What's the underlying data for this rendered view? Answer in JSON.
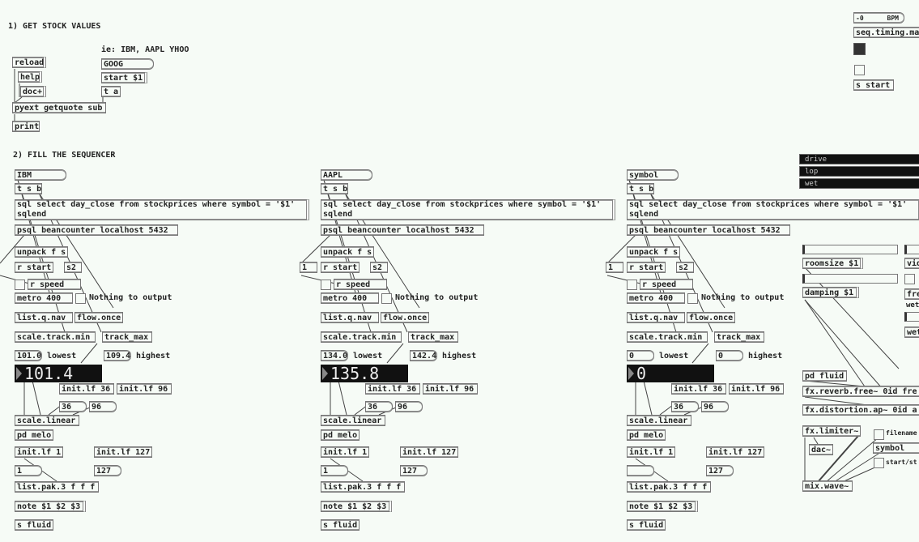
{
  "section1": {
    "title": "1) GET STOCK VALUES",
    "hint": "ie: IBM, AAPL YHOO",
    "reload": "reload",
    "help": "help",
    "doc": "doc+",
    "symbol_box": "GOOG",
    "start_msg": "start $1",
    "trigger": "t a",
    "pyext": "pyext getquote sub",
    "print": "print"
  },
  "timing": {
    "slider_left": "-0",
    "slider_right": "BPM",
    "obj": "seq.timing.ma",
    "send_start": "s start"
  },
  "section2": {
    "title": "2) FILL THE SEQUENCER"
  },
  "columns": [
    {
      "symbol": "IBM",
      "trigger": "t s b",
      "sql_line1": "sql select day_close from stockprices where symbol = '$1'",
      "sql_line2": "sqlend",
      "psql": "psql beancounter localhost 5432",
      "unpack": "unpack f s",
      "side_num": "",
      "r_start": "r start",
      "s2": "s2",
      "r_speed": "r speed",
      "metro": "metro 400",
      "nothing": "Nothing to output",
      "listq": "list.q.nav",
      "flow": "flow.once",
      "scale_min": "scale.track.min",
      "track_max": "track_max",
      "lowest_val": "101.0",
      "lowest_label": "lowest",
      "highest_val": "109.4",
      "highest_label": "highest",
      "current": "101.4",
      "init36": "init.lf 36",
      "init96": "init.lf 96",
      "n36": "36",
      "n96": "96",
      "scale_linear": "scale.linear",
      "pd_melo": "pd melo",
      "init1": "init.lf 1",
      "init127": "init.lf 127",
      "n1": "1",
      "n127": "127",
      "listpak": "list.pak.3 f f f",
      "note": "note $1 $2 $3",
      "sfluid": "s fluid"
    },
    {
      "symbol": "AAPL",
      "trigger": "t s b",
      "sql_line1": "sql select day_close from stockprices where symbol = '$1'",
      "sql_line2": "sqlend",
      "psql": "psql beancounter localhost 5432",
      "unpack": "unpack f s",
      "side_num": "1",
      "r_start": "r start",
      "s2": "s2",
      "r_speed": "r speed",
      "metro": "metro 400",
      "nothing": "Nothing to output",
      "listq": "list.q.nav",
      "flow": "flow.once",
      "scale_min": "scale.track.min",
      "track_max": "track_max",
      "lowest_val": "134.0",
      "lowest_label": "lowest",
      "highest_val": "142.4",
      "highest_label": "highest",
      "current": "135.8",
      "init36": "init.lf 36",
      "init96": "init.lf 96",
      "n36": "36",
      "n96": "96",
      "scale_linear": "scale.linear",
      "pd_melo": "pd melo",
      "init1": "init.lf 1",
      "init127": "init.lf 127",
      "n1": "1",
      "n127": "127",
      "listpak": "list.pak.3 f f f",
      "note": "note $1 $2 $3",
      "sfluid": "s fluid"
    },
    {
      "symbol": "symbol",
      "trigger": "t s b",
      "sql_line1": "sql select day_close from stockprices where symbol = '$1'",
      "sql_line2": "sqlend",
      "psql": "psql beancounter localhost 5432",
      "unpack": "unpack f s",
      "side_num": "1",
      "r_start": "r start",
      "s2": "s2",
      "r_speed": "r speed",
      "metro": "metro 400",
      "nothing": "Nothing to output",
      "listq": "list.q.nav",
      "flow": "flow.once",
      "scale_min": "scale.track.min",
      "track_max": "track_max",
      "lowest_val": "0",
      "lowest_label": "lowest",
      "highest_val": "0",
      "highest_label": "highest",
      "current": "0",
      "init36": "init.lf 36",
      "init96": "init.lf 96",
      "n36": "36",
      "n96": "96",
      "scale_linear": "scale.linear",
      "pd_melo": "pd melo",
      "init1": "init.lf 1",
      "init127": "init.lf 127",
      "n1": "",
      "n127": "127",
      "listpak": "list.pak.3 f f f",
      "note": "note $1 $2 $3",
      "sfluid": "s fluid"
    }
  ],
  "fx": {
    "dark_sliders": [
      "drive",
      "lop",
      "wet"
    ],
    "roomsize": "roomsize $1",
    "damping": "damping $1",
    "side_labels": [
      "vid",
      "fre",
      "wet",
      "wet"
    ],
    "pd_fluid": "pd fluid",
    "reverb": "fx.reverb.free~ 0id fre",
    "distortion": "fx.distortion.ap~ 0id a",
    "limiter": "fx.limiter~",
    "dac": "dac~",
    "filename": "filename",
    "symbol": "symbol",
    "startstop": "start/st",
    "mixwave": "mix.wave~"
  }
}
